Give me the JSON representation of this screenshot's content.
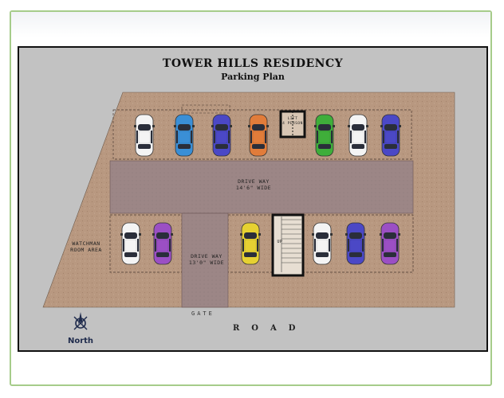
{
  "title": "TOWER HILLS RESIDENCY",
  "subtitle": "Parking Plan",
  "labels": {
    "driveway_main": [
      "DRIVE WAY",
      "14'6\" WIDE"
    ],
    "driveway_secondary": [
      "DRIVE WAY",
      "13'0\" WIDE"
    ],
    "watchman": [
      "WATCHMAN",
      "ROOM AREA"
    ],
    "lift": [
      "LIFT",
      "4 PERSON"
    ],
    "stair": "UP",
    "gate": "GATE",
    "road": "ROAD",
    "north": "North"
  },
  "cars": {
    "top_row": [
      {
        "color": "#f4f4f4",
        "label": "white-car"
      },
      {
        "color": "#3a8fd6",
        "label": "blue-car"
      },
      {
        "color": "#4b48c6",
        "label": "indigo-car"
      },
      {
        "color": "#e17c3a",
        "label": "orange-car"
      },
      {
        "color": "#3fae3a",
        "label": "green-car"
      },
      {
        "color": "#f4f4f4",
        "label": "white-car"
      },
      {
        "color": "#4b48c6",
        "label": "indigo-car"
      }
    ],
    "bottom_row": [
      {
        "color": "#f4f4f4",
        "label": "white-car"
      },
      {
        "color": "#9b4fc4",
        "label": "purple-car"
      },
      {
        "color": "#e6d132",
        "label": "yellow-car"
      },
      {
        "color": "#f4f4f4",
        "label": "white-car"
      },
      {
        "color": "#4b48c6",
        "label": "indigo-car"
      },
      {
        "color": "#9b4fc4",
        "label": "purple-car"
      }
    ]
  },
  "colors": {
    "ground": "#c2c2c2",
    "paving": "#b89880",
    "driveway": "#9c8686",
    "frame": "#a6cc8a"
  }
}
